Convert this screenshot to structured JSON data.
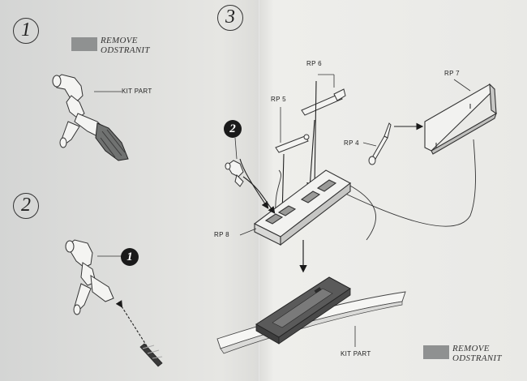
{
  "steps": {
    "step1": "1",
    "step2": "2",
    "step3": "3"
  },
  "badges": {
    "badge1": "1",
    "badge2": "2"
  },
  "legend_top": {
    "en": "REMOVE",
    "cz": "ODSTRANIT"
  },
  "legend_bottom": {
    "en": "REMOVE",
    "cz": "ODSTRANIT"
  },
  "labels": {
    "kit_part_top": "KIT PART",
    "kit_part_bottom": "KIT PART",
    "rp4": "RP 4",
    "rp5": "RP 5",
    "rp6": "RP 6",
    "rp7": "RP 7",
    "rp8": "RP 8"
  },
  "colors": {
    "paper": "#e6e6e3",
    "swatch": "#8f9191",
    "ink": "#222222",
    "dark_part": "#555555"
  }
}
